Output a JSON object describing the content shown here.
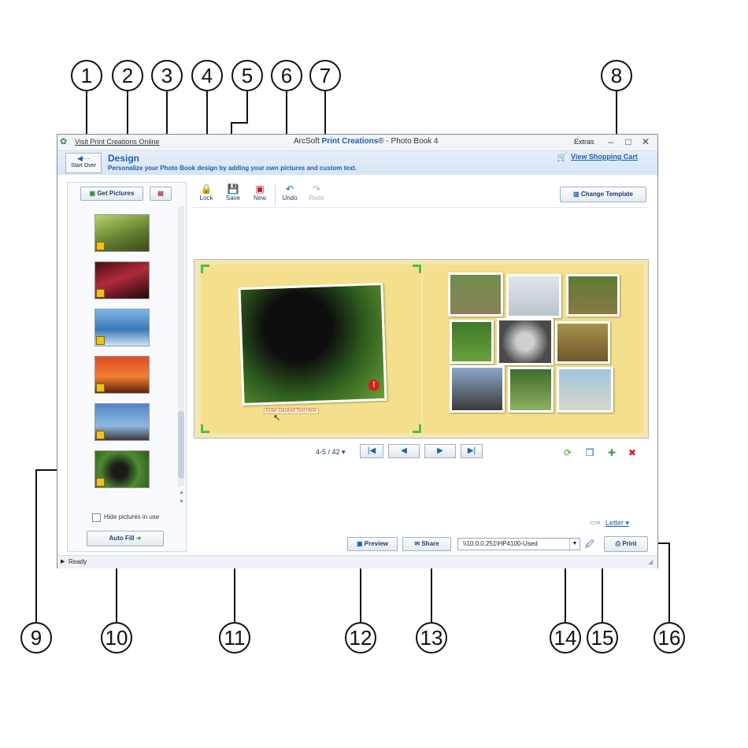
{
  "callouts": [
    "1",
    "2",
    "3",
    "4",
    "5",
    "6",
    "7",
    "8",
    "9",
    "10",
    "11",
    "12",
    "13",
    "14",
    "15",
    "16"
  ],
  "window": {
    "visit_link": "Visit Print Creations Online",
    "title_prefix": "ArcSoft ",
    "title_brand": "Print Creations",
    "title_suffix": "® - Photo Book 4",
    "extras": "Extras",
    "minimize": "–",
    "maximize": "□",
    "close": "✕"
  },
  "header": {
    "start_over": "Start Over",
    "title": "Design",
    "subtitle": "Personalize your Photo Book design by adding your own pictures and custom text.",
    "cart_link": "View Shopping Cart"
  },
  "left_panel": {
    "get_pictures": "Get Pictures",
    "hide_pictures": "Hide pictures in use",
    "auto_fill": "Auto Fill"
  },
  "toolbar": {
    "lock": "Lock",
    "save": "Save",
    "new": "New",
    "undo": "Undo",
    "redo": "Redo",
    "change_template": "Change Template"
  },
  "book": {
    "textbox_label": "Enter Desired Text Here"
  },
  "nav": {
    "page_indicator": "4-5 / 42 ▾",
    "first": "|◀",
    "prev": "◀",
    "next": "▶",
    "last": "▶|"
  },
  "bottom": {
    "paper_size": "Letter ▾",
    "preview": "Preview",
    "share": "Share",
    "printer": "\\\\10.0.0.251\\HP4100-Used",
    "print": "Print"
  },
  "status": {
    "text": "Ready"
  },
  "colors": {
    "accent": "#1b5fb0",
    "page": "#f4e08c"
  }
}
